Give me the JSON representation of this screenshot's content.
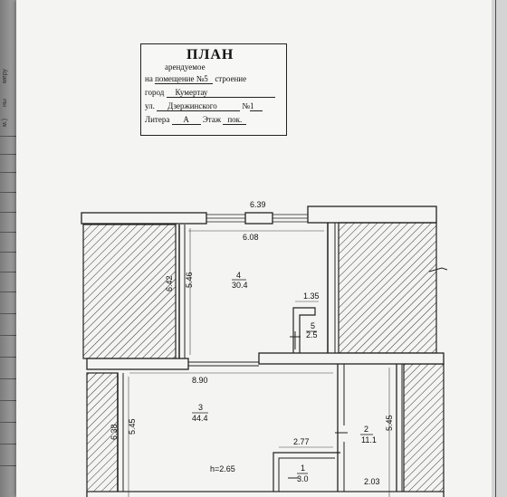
{
  "stamp": {
    "title": "ПЛАН",
    "subtitle": "арендуемое",
    "row1_prefix": "на",
    "row1_value": "помещение №5",
    "row1_suffix": "строение",
    "row2_prefix": "город",
    "row2_value": "Кумертау",
    "row3_prefix": "ул.",
    "row3_value": "Дзержинского",
    "row3_num_label": "№",
    "row3_num_value": "1",
    "row4_prefix": "Литера",
    "row4_value": "А",
    "row4_floor_label": "Этаж",
    "row4_floor_value": "пок."
  },
  "margin_fragments": [
    "меру",
    "ны",
    "м.)"
  ],
  "plan": {
    "dims": {
      "top_outer": "6.39",
      "top_inner": "6.08",
      "room4_left_outer": "6.42",
      "room4_left_inner": "5.46",
      "closet_width": "1.35",
      "mid_width": "8.90",
      "room3_left_outer": "6.38",
      "room3_left_inner": "5.45",
      "room2_height": "5.45",
      "bottom_width": "2.77",
      "bottom_right": "2.03",
      "ceiling_height": "h=2.65"
    },
    "rooms": [
      {
        "num": "4",
        "area": "30.4"
      },
      {
        "num": "5",
        "area": "2.5"
      },
      {
        "num": "3",
        "area": "44.4"
      },
      {
        "num": "2",
        "area": "11.1"
      },
      {
        "num": "1",
        "area": "3.0"
      }
    ]
  }
}
